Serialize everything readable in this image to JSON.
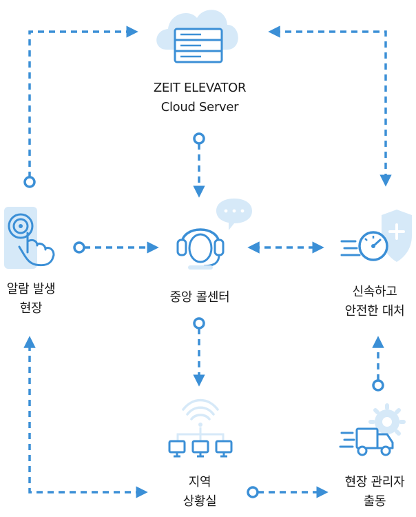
{
  "nodes": {
    "cloud": {
      "line1": "ZEIT ELEVATOR",
      "line2": "Cloud Server",
      "icon": "cloud-server-icon"
    },
    "alarm": {
      "line1": "알람 발생",
      "line2": "현장",
      "icon": "touch-alarm-icon"
    },
    "callcenter": {
      "line1": "중앙 콜센터",
      "icon": "headset-operator-icon"
    },
    "response": {
      "line1": "신속하고",
      "line2": "안전한 대처",
      "icon": "speed-shield-icon"
    },
    "local": {
      "line1": "지역",
      "line2": "상황실",
      "icon": "network-monitors-icon"
    },
    "manager": {
      "line1": "현장 관리자",
      "line2": "출동",
      "icon": "delivery-truck-icon"
    }
  },
  "colors": {
    "accent": "#3b8fd6",
    "icon_fill": "#d6e9f8",
    "text": "#1a1a1a"
  }
}
